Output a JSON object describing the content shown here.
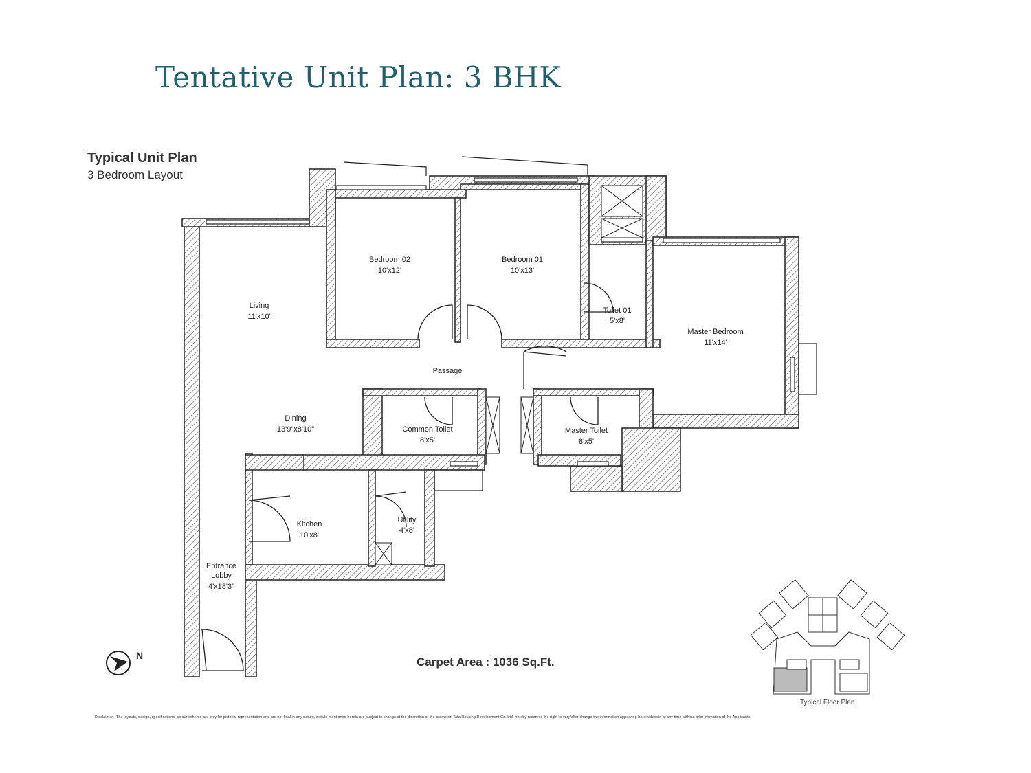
{
  "title": "Tentative Unit Plan: 3 BHK",
  "plan_title": "Typical Unit Plan",
  "plan_subtitle": "3 Bedroom Layout",
  "rooms": {
    "bedroom02": {
      "name": "Bedroom 02",
      "size": "10'x12'"
    },
    "bedroom01": {
      "name": "Bedroom 01",
      "size": "10'x13'"
    },
    "toilet01": {
      "name": "Toilet 01",
      "size": "5'x8'"
    },
    "master_bedroom": {
      "name": "Master Bedroom",
      "size": "11'x14'"
    },
    "living": {
      "name": "Living",
      "size": "11'x10'"
    },
    "passage": {
      "name": "Passage"
    },
    "dining": {
      "name": "Dining",
      "size": "13'9\"x8'10\""
    },
    "common_toilet": {
      "name": "Common Toilet",
      "size": "8'x5'"
    },
    "master_toilet": {
      "name": "Master Toilet",
      "size": "8'x5'"
    },
    "kitchen": {
      "name": "Kitchen",
      "size": "10'x8'"
    },
    "utility": {
      "name": "Utility",
      "size": "4'x8'"
    },
    "entrance": {
      "name1": "Entrance",
      "name2": "Lobby",
      "size": "4'x18'3\""
    }
  },
  "compass_label": "N",
  "carpet_area": "Carpet Area : 1036 Sq.Ft.",
  "floor_plan_label": "Typical Floor Plan",
  "disclaimer": "Disclaimer:- The layouts, design, specifications, colour scheme are only for pictorial representation and are not final in any nature, details mentioned herein are subject to change at the discretion of the promoter. Tata Housing Development Co. Ltd. hereby reserves the right to vary/alter/change the information appearing herein/therein at any time without prior intimation of the Applicants.",
  "colors": {
    "title": "#1f5f6e",
    "wall": "#222222",
    "hatch": "#555555",
    "keyplan_fill": "#bbbbbb"
  }
}
